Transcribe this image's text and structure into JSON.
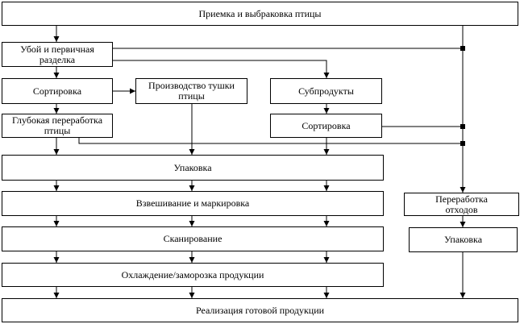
{
  "diagram": {
    "type": "flowchart",
    "nodes": {
      "reception": "Приемка и выбраковка птицы",
      "slaughter": "Убой и первичная\nразделка",
      "sort_carcass": "Сортировка",
      "carcass_production": "Производство тушки\nптицы",
      "offal": "Субпродукты",
      "deep_processing": "Глубокая переработка\nптицы",
      "sort_offal": "Сортировка",
      "packing": "Упаковка",
      "weighing": "Взвешивание и маркировка",
      "scanning": "Сканирование",
      "cooling": "Охлаждение/заморозка продукции",
      "waste_processing": "Переработка\nотходов",
      "waste_packing": "Упаковка",
      "sale": "Реализация готовой продукции"
    }
  }
}
